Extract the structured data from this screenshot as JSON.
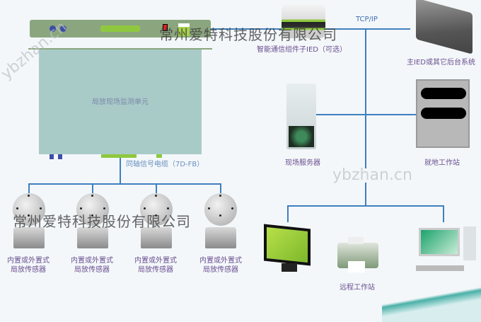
{
  "network_label": "TCP/IP",
  "devices": {
    "monitoring_unit": "局放现场监测单元",
    "cable": "同轴信号电缆（7D-FB）",
    "comm_ied": "智能通信组件子IED（可选）",
    "main_ied": "主IED或其它后台系统",
    "field_server": "现场服务器",
    "local_workstation": "就地工作站",
    "remote_workstation": "远程工作站"
  },
  "sensors": [
    {
      "line1": "内置或外置式",
      "line2": "局放传感器"
    },
    {
      "line1": "内置或外置式",
      "line2": "局放传感器"
    },
    {
      "line1": "内置或外置式",
      "line2": "局放传感器"
    },
    {
      "line1": "内置或外置式",
      "line2": "局放传感器"
    }
  ],
  "watermarks": {
    "company": "常州爱特科技股份有限公司",
    "site": "ybzhan.cn"
  },
  "colors": {
    "line": "#3f7fc0",
    "label": "#6a4e91",
    "rack": "#8ba67e",
    "unit": "#a9cbc8"
  }
}
